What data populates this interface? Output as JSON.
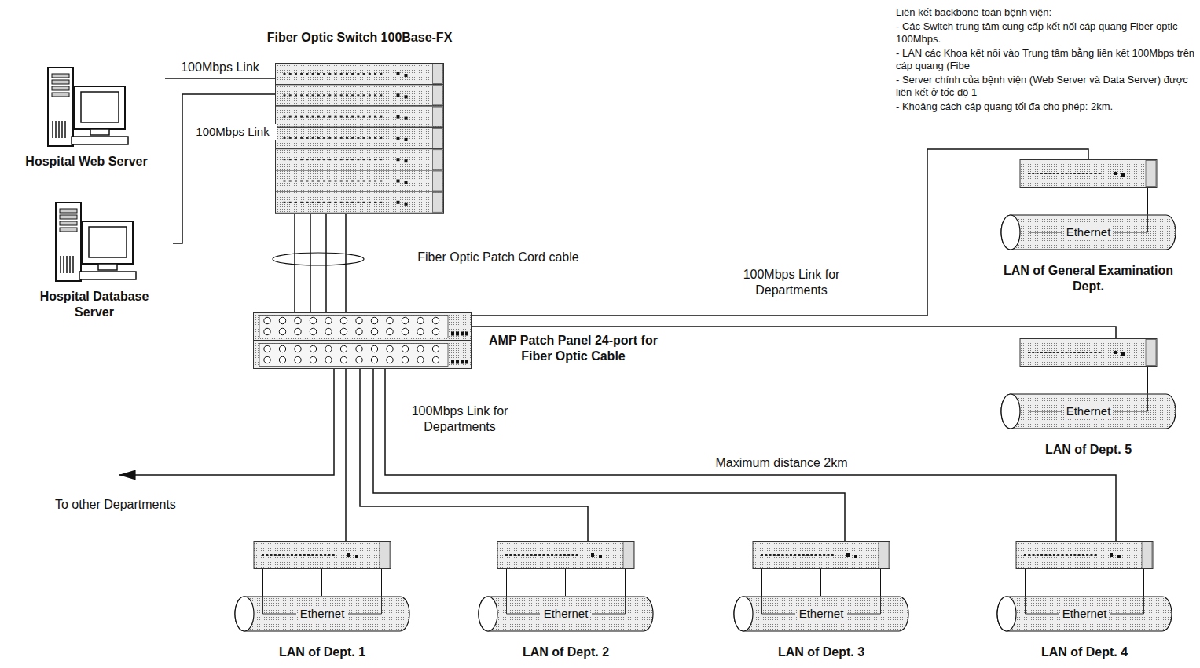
{
  "diagram": {
    "nodes": [
      {
        "text": [
          "Fiber Optic Switch 100Base-FX"
        ]
      },
      {
        "text": [
          "Hospital Web Server"
        ]
      },
      {
        "text": [
          "Hospital Database Server"
        ]
      },
      {
        "text": [
          "AMP Patch Panel 24-port for Fiber Optic Cable"
        ]
      },
      {
        "text": [
          "Ethernet",
          "LAN of General Examination Dept."
        ]
      },
      {
        "text": [
          "Ethernet",
          "LAN of Dept. 5"
        ]
      },
      {
        "text": [
          "Ethernet",
          "LAN of Dept. 1"
        ]
      },
      {
        "text": [
          "Ethernet",
          "LAN of Dept. 2"
        ]
      },
      {
        "text": [
          "Ethernet",
          "LAN of Dept. 3"
        ]
      },
      {
        "text": [
          "Ethernet",
          "LAN of Dept. 4"
        ]
      }
    ],
    "edges": [
      {
        "from": 1,
        "to": 0,
        "arrow": "none",
        "label": "100Mbps Link"
      },
      {
        "from": 2,
        "to": 0,
        "arrow": "none",
        "label": "100Mbps Link"
      },
      {
        "from": 0,
        "to": 3,
        "arrow": "none",
        "label": "Fiber Optic Patch Cord cable"
      },
      {
        "from": 3,
        "to": 4,
        "arrow": "none",
        "label": "100Mbps Link for Departments"
      },
      {
        "from": 3,
        "to": 5,
        "arrow": "none"
      },
      {
        "from": 3,
        "to": 6,
        "arrow": "none"
      },
      {
        "from": 3,
        "to": 7,
        "arrow": "none",
        "label": "100Mbps Link for Departments"
      },
      {
        "from": 3,
        "to": 8,
        "arrow": "none"
      },
      {
        "from": 3,
        "to": 9,
        "arrow": "none",
        "label": "Maximum distance 2km"
      }
    ],
    "labels": [
      "Liên kết backbone toàn bệnh viện:",
      "- Các Switch trung tâm cung cấp kết nối cáp quang Fiber optic 100Mbps.",
      "- LAN các Khoa kết nối vào Trung tâm bằng liên kết 100Mbps trên cáp quang (Fibe",
      "- Server chính của bệnh viện (Web Server và Data Server) được liên kết ở tốc độ 1",
      "- Khoảng cách cáp quang tối đa cho phép: 2km.",
      "To other Departments"
    ]
  }
}
